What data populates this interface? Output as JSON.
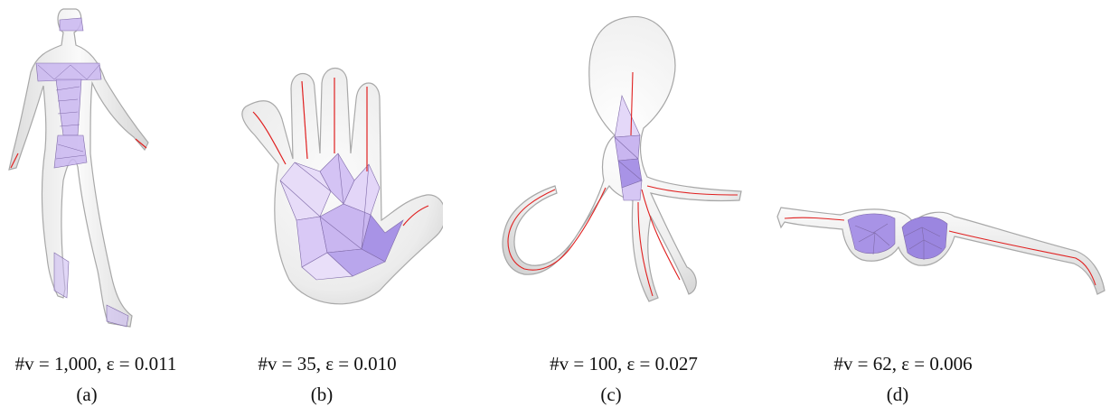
{
  "panels": [
    {
      "stats": "#v = 1,000, ε = 0.011",
      "label": "(a)",
      "shape": "human-figure"
    },
    {
      "stats": "#v = 35, ε = 0.010",
      "label": "(b)",
      "shape": "hand"
    },
    {
      "stats": "#v = 100, ε = 0.027",
      "label": "(c)",
      "shape": "octopus"
    },
    {
      "stats": "#v = 62, ε = 0.006",
      "label": "(d)",
      "shape": "eyeglasses"
    }
  ],
  "colors": {
    "surface_fill": "#eeeeee",
    "surface_edge": "#9a9a9a",
    "mesh_fill": "#c9b6f0",
    "mesh_fill_dark": "#a893e6",
    "mesh_edge": "#7f6aa8",
    "skeleton_curve": "#e02020"
  }
}
